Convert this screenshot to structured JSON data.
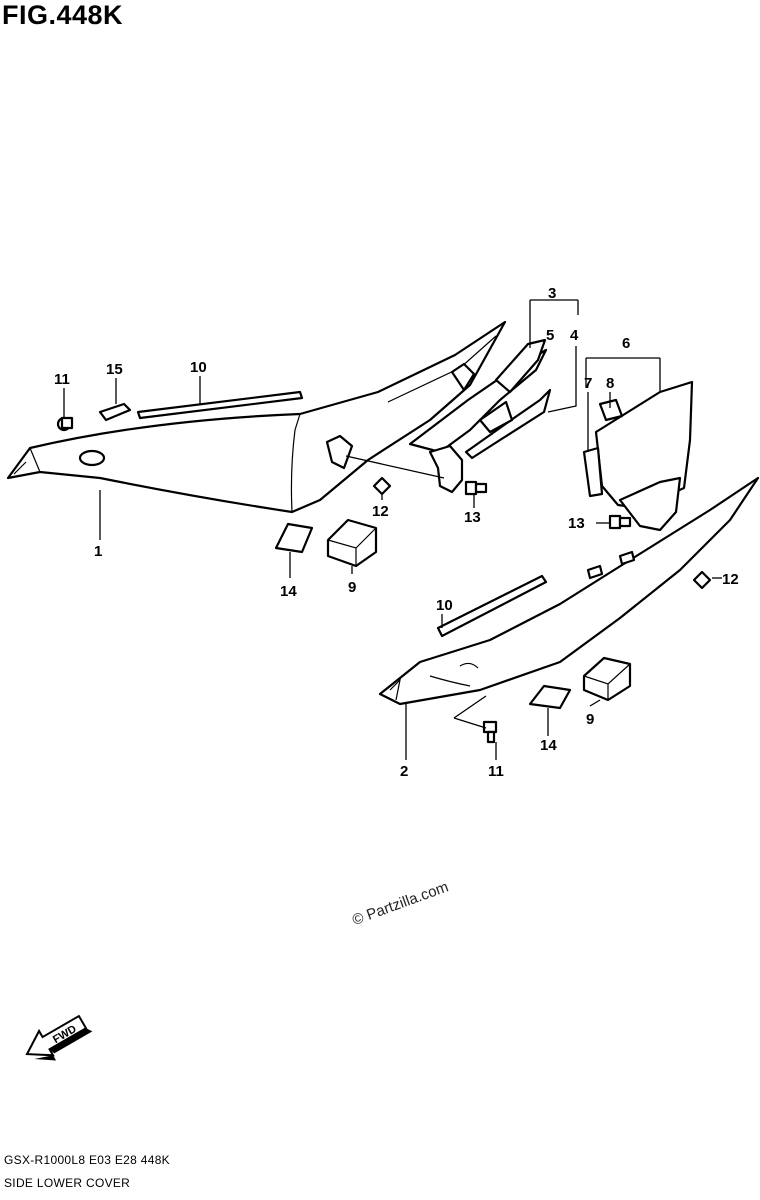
{
  "figure": {
    "title": "FIG.448K",
    "watermark": "© Partzilla.com",
    "fwd_label": "FWD",
    "footer_code": "GSX-R1000L8  E03  E28  448K",
    "footer_name": "SIDE LOWER COVER"
  },
  "callouts": {
    "c3": "3",
    "c5": "5",
    "c4": "4",
    "c6": "6",
    "c7": "7",
    "c8": "8",
    "c11a": "11",
    "c15": "15",
    "c10a": "10",
    "c1": "1",
    "c12a": "12",
    "c13a": "13",
    "c14a": "14",
    "c9a": "9",
    "c13b": "13",
    "c12b": "12",
    "c10b": "10",
    "c9b": "9",
    "c14b": "14",
    "c2": "2",
    "c11b": "11"
  }
}
